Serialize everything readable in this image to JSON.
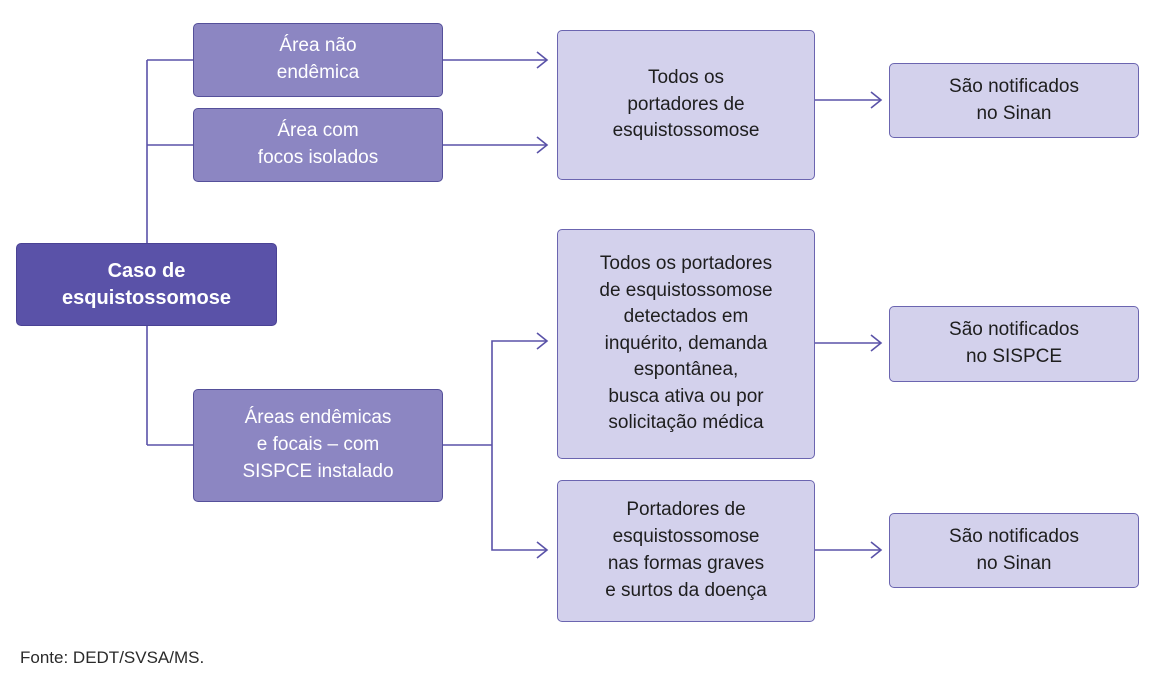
{
  "root": {
    "label": "Caso de\nesquistossomose"
  },
  "areas": {
    "nao_endemica": "Área não\nendêmica",
    "focos_isolados": "Área com\nfocos isolados",
    "endemicas_sispce": "Áreas endêmicas\ne focais – com\nSISPCE instalado"
  },
  "targets": {
    "todos_portadores": "Todos os\nportadores de\nesquistossomose",
    "detectados": "Todos os portadores\nde esquistossomose\ndetectados em\ninquérito, demanda\nespontânea,\nbusca ativa ou por\nsolicitação médica",
    "formas_graves": "Portadores de\nesquistossomose\nnas formas graves\ne surtos da doença"
  },
  "outcomes": {
    "sinan_1": "São notificados\nno Sinan",
    "sispce": "São notificados\nno SISPCE",
    "sinan_2": "São notificados\nno Sinan"
  },
  "source": "Fonte: DEDT/SVSA/MS.",
  "colors": {
    "root_fill": "#5a52a8",
    "category_fill": "#8c86c2",
    "target_fill": "#d3d1ec",
    "connector": "#5a52a8"
  }
}
